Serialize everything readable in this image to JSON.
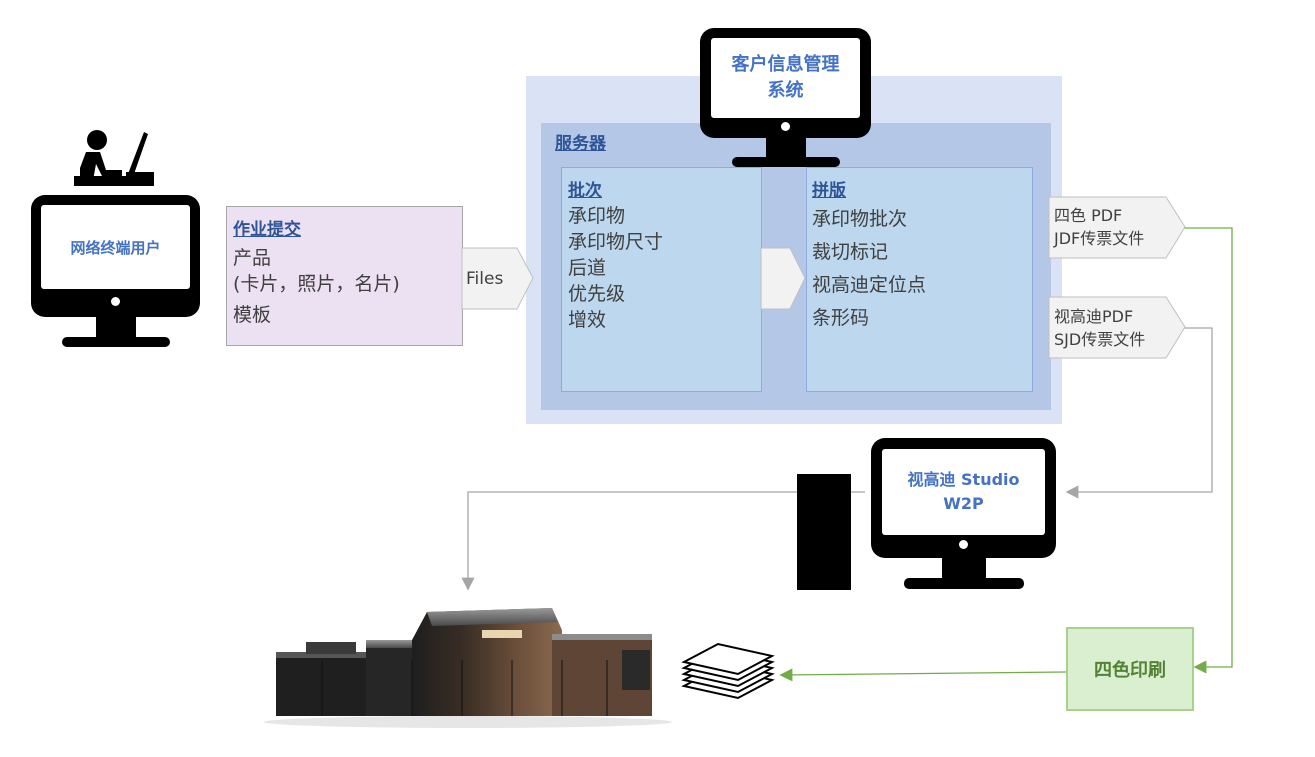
{
  "crm": {
    "title": "客户信息管理系统"
  },
  "terminal": {
    "title": "网络终端用户"
  },
  "job_submission": {
    "title": "作业提交",
    "lines": [
      "产品",
      "(卡片，照片，名片)",
      "模板"
    ]
  },
  "files_arrow": {
    "label": "Files"
  },
  "server": {
    "title": "服务器",
    "batch": {
      "title": "批次",
      "lines": [
        "承印物",
        "承印物尺寸",
        "后道",
        "优先级",
        "增效"
      ]
    },
    "imposition": {
      "title": "拼版",
      "lines": [
        "承印物批次",
        "裁切标记",
        "视高迪定位点",
        "条形码"
      ]
    }
  },
  "output_tags": {
    "cmyk": {
      "line1": "四色 PDF",
      "line2": "JDF传票文件"
    },
    "scodix": {
      "line1": "视高迪PDF",
      "line2": "SJD传票文件"
    }
  },
  "studio": {
    "line1": "视高迪 Studio",
    "line2": "W2P"
  },
  "four_color_print": {
    "label": "四色印刷"
  },
  "colors": {
    "accent_blue": "#4472c4",
    "green_line": "#70ad47",
    "gray_line": "#a6a6a6"
  },
  "icons": [
    "user-at-desk-icon",
    "monitor-icon",
    "tower-computer-icon",
    "paper-stack-icon",
    "digital-press-illustration"
  ]
}
